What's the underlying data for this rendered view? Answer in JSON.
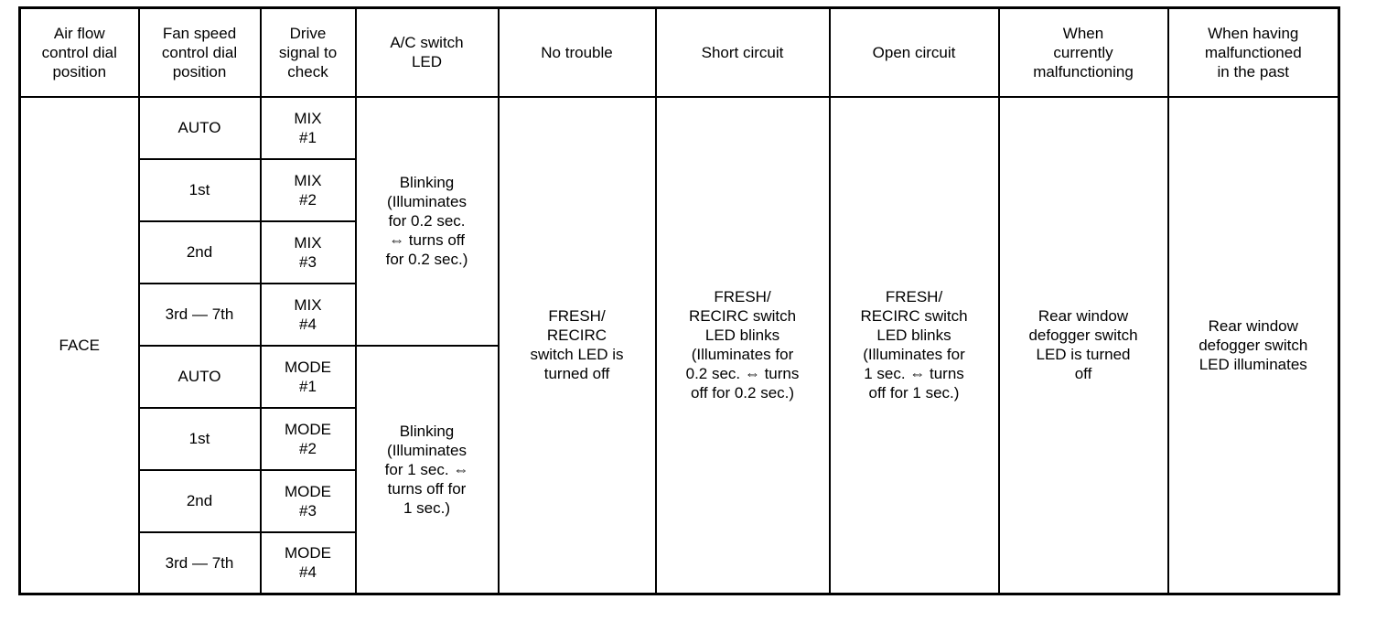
{
  "page": {
    "background_color": "#ffffff",
    "border_color": "#000000",
    "text_color": "#000000"
  },
  "table": {
    "headers": [
      "Air flow\ncontrol dial\nposition",
      "Fan speed\ncontrol dial\nposition",
      "Drive\nsignal to\ncheck",
      "A/C switch\nLED",
      "No trouble",
      "Short circuit",
      "Open circuit",
      "When\ncurrently\nmalfunctioning",
      "When having\nmalfunctioned\nin the past"
    ],
    "air_flow_position": "FACE",
    "rows": [
      {
        "fan_speed": "AUTO",
        "drive_signal": "MIX\n#1"
      },
      {
        "fan_speed": "1st",
        "drive_signal": "MIX\n#2"
      },
      {
        "fan_speed": "2nd",
        "drive_signal": "MIX\n#3"
      },
      {
        "fan_speed": "3rd — 7th",
        "drive_signal": "MIX\n#4"
      },
      {
        "fan_speed": "AUTO",
        "drive_signal": "MODE\n#1"
      },
      {
        "fan_speed": "1st",
        "drive_signal": "MODE\n#2"
      },
      {
        "fan_speed": "2nd",
        "drive_signal": "MODE\n#3"
      },
      {
        "fan_speed": "3rd — 7th",
        "drive_signal": "MODE\n#4"
      }
    ],
    "ac_switch_led": [
      "Blinking\n(Illuminates\nfor 0.2 sec.\n⇔ turns off\nfor 0.2 sec.)",
      "Blinking\n(Illuminates\nfor 1 sec. ⇔\nturns off for\n1 sec.)"
    ],
    "no_trouble": "FRESH/\nRECIRC\nswitch LED is\nturned off",
    "short_circuit": "FRESH/\nRECIRC switch\nLED blinks\n(Illuminates for\n0.2 sec. ⇔ turns\noff for 0.2 sec.)",
    "open_circuit": "FRESH/\nRECIRC switch\nLED blinks\n(Illuminates for\n1 sec. ⇔ turns\noff for 1 sec.)",
    "when_currently_malfunctioning": "Rear window\ndefogger switch\nLED is turned\noff",
    "when_malfunctioned_past": "Rear window\ndefogger switch\nLED illuminates"
  }
}
